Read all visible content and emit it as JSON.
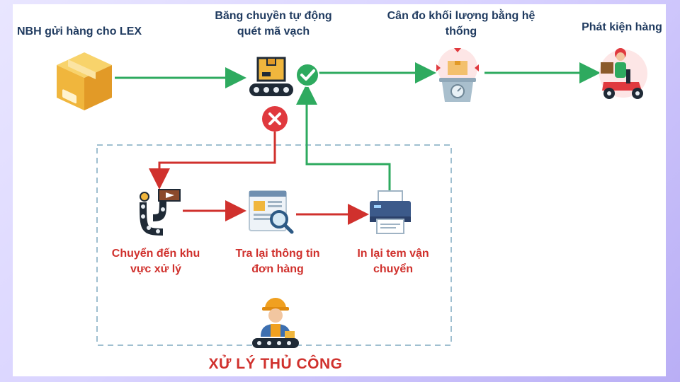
{
  "labels": {
    "send": "NBH gửi hàng cho LEX",
    "conveyor": "Băng chuyền tự động quét mã vạch",
    "weigh": "Cân đo khối lượng bằng hệ thống",
    "deliver": "Phát kiện hàng",
    "move": "Chuyển đến khu vực xử lý",
    "recheck": "Tra lại thông tin đơn hàng",
    "reprint": "In lại tem vận chuyển",
    "manual": "XỬ LÝ THỦ CÔNG"
  },
  "colors": {
    "success": "#2eaa5f",
    "fail": "#d0312d",
    "text": "#1f3a5f",
    "box_border": "#9fbfd0"
  },
  "icons": {
    "send": "package-box-icon",
    "conveyor": "conveyor-scanner-icon",
    "pass": "check-circle-icon",
    "fail": "x-circle-icon",
    "weigh": "weighing-scale-icon",
    "deliver": "delivery-scooter-icon",
    "move": "conveyor-route-icon",
    "recheck": "document-search-icon",
    "reprint": "printer-icon",
    "manual": "worker-icon"
  }
}
